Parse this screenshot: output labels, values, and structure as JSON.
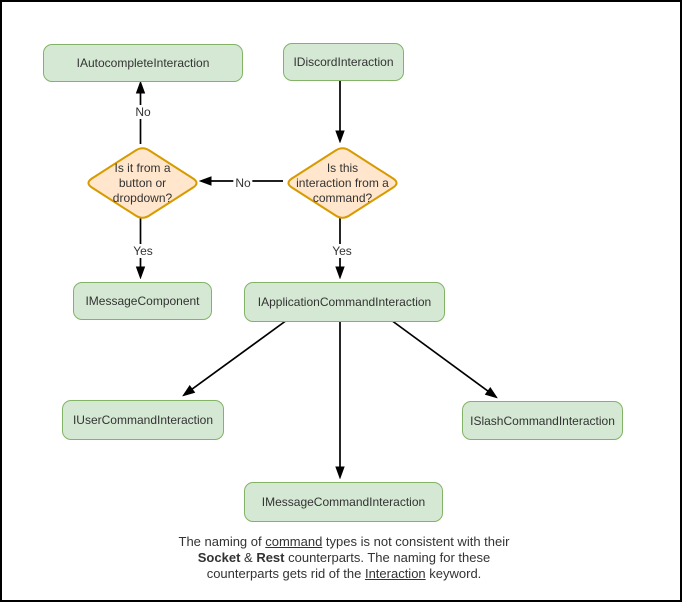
{
  "diagram_title": "Discord interaction types flowchart",
  "colors": {
    "process_fill": "#d5e8d4",
    "process_stroke": "#82b366",
    "decision_fill": "#ffe6cc",
    "decision_stroke": "#d79b00",
    "arrow": "#000000",
    "border": "#000000",
    "text": "#333333"
  },
  "nodes": {
    "autocomplete": {
      "label": "IAutocompleteInteraction"
    },
    "discord": {
      "label": "IDiscordInteraction"
    },
    "message_component": {
      "label": "IMessageComponent"
    },
    "application_command": {
      "label": "IApplicationCommandInteraction"
    },
    "user_command": {
      "label": "IUserCommandInteraction"
    },
    "slash_command": {
      "label": "ISlashCommandInteraction"
    },
    "message_command": {
      "label": "IMessageCommandInteraction"
    }
  },
  "decisions": {
    "button_dropdown": {
      "lines": [
        "Is it from a",
        "button or",
        "dropdown?"
      ]
    },
    "from_command": {
      "lines": [
        "Is this",
        "interaction from a",
        "command?"
      ]
    }
  },
  "edge_labels": {
    "no_top": "No",
    "no_between": "No",
    "yes_left": "Yes",
    "yes_right": "Yes"
  },
  "note": {
    "l1a": "The naming of ",
    "l1b": "command",
    "l1c": " types is not consistent with their",
    "l2a": "Socket",
    "l2b": " & ",
    "l2c": "Rest",
    "l2d": " counterparts. The naming for these",
    "l3a": "counterparts gets rid of the ",
    "l3b": "Interaction",
    "l3c": " keyword."
  }
}
